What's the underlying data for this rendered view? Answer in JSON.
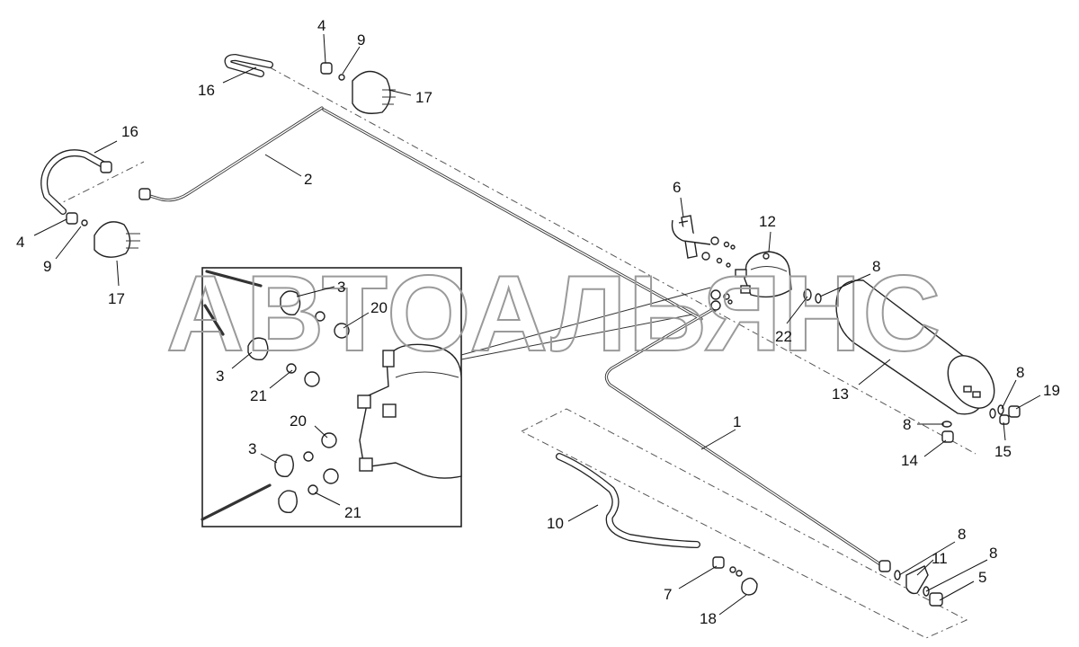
{
  "watermark": "АВТОАЛЬЯНС",
  "callouts": [
    {
      "id": "c4a",
      "text": "4"
    },
    {
      "id": "c9a",
      "text": "9"
    },
    {
      "id": "c16a",
      "text": "16"
    },
    {
      "id": "c17a",
      "text": "17"
    },
    {
      "id": "c16b",
      "text": "16"
    },
    {
      "id": "c2",
      "text": "2"
    },
    {
      "id": "c4b",
      "text": "4"
    },
    {
      "id": "c9b",
      "text": "9"
    },
    {
      "id": "c17b",
      "text": "17"
    },
    {
      "id": "c3a",
      "text": "3"
    },
    {
      "id": "c20a",
      "text": "20"
    },
    {
      "id": "c3b",
      "text": "3"
    },
    {
      "id": "c21a",
      "text": "21"
    },
    {
      "id": "c20b",
      "text": "20"
    },
    {
      "id": "c3c",
      "text": "3"
    },
    {
      "id": "c21b",
      "text": "21"
    },
    {
      "id": "c6",
      "text": "6"
    },
    {
      "id": "c12",
      "text": "12"
    },
    {
      "id": "c8a",
      "text": "8"
    },
    {
      "id": "c22",
      "text": "22"
    },
    {
      "id": "c13",
      "text": "13"
    },
    {
      "id": "c8b",
      "text": "8"
    },
    {
      "id": "c19",
      "text": "19"
    },
    {
      "id": "c8c",
      "text": "8"
    },
    {
      "id": "c14",
      "text": "14"
    },
    {
      "id": "c15",
      "text": "15"
    },
    {
      "id": "c1",
      "text": "1"
    },
    {
      "id": "c10",
      "text": "10"
    },
    {
      "id": "c8d",
      "text": "8"
    },
    {
      "id": "c11",
      "text": "11"
    },
    {
      "id": "c8e",
      "text": "8"
    },
    {
      "id": "c5",
      "text": "5"
    },
    {
      "id": "c7",
      "text": "7"
    },
    {
      "id": "c18",
      "text": "18"
    }
  ]
}
